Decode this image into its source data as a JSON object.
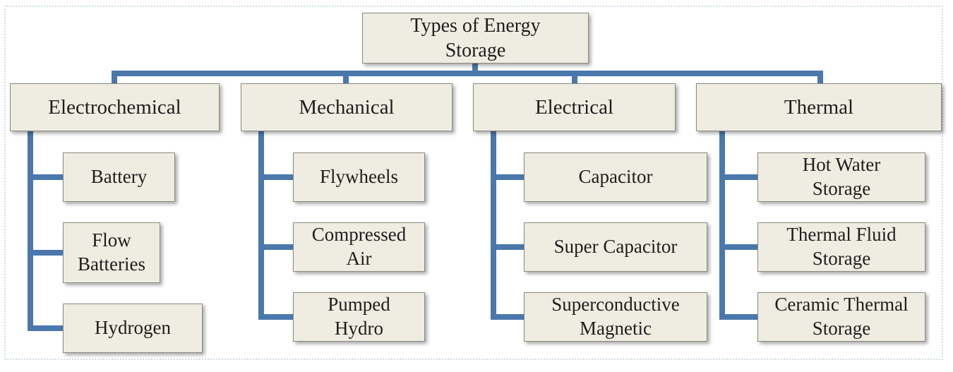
{
  "diagram": {
    "root": {
      "line1": "Types of Energy",
      "line2": "Storage"
    },
    "categories": [
      {
        "label": "Electrochemical",
        "items": [
          {
            "line1": "Battery",
            "line2": ""
          },
          {
            "line1": "Flow",
            "line2": "Batteries"
          },
          {
            "line1": "Hydrogen",
            "line2": ""
          }
        ]
      },
      {
        "label": "Mechanical",
        "items": [
          {
            "line1": "Flywheels",
            "line2": ""
          },
          {
            "line1": "Compressed",
            "line2": "Air"
          },
          {
            "line1": "Pumped",
            "line2": "Hydro"
          }
        ]
      },
      {
        "label": "Electrical",
        "items": [
          {
            "line1": "Capacitor",
            "line2": ""
          },
          {
            "line1": "Super Capacitor",
            "line2": ""
          },
          {
            "line1": "Superconductive",
            "line2": "Magnetic"
          }
        ]
      },
      {
        "label": "Thermal",
        "items": [
          {
            "line1": "Hot Water",
            "line2": "Storage"
          },
          {
            "line1": "Thermal Fluid",
            "line2": "Storage"
          },
          {
            "line1": "Ceramic Thermal",
            "line2": "Storage"
          }
        ]
      }
    ],
    "colors": {
      "connector": "#4a78ad",
      "box_fill": "#efede1",
      "box_border": "#8a8a82",
      "text": "#1e1e1e"
    }
  }
}
